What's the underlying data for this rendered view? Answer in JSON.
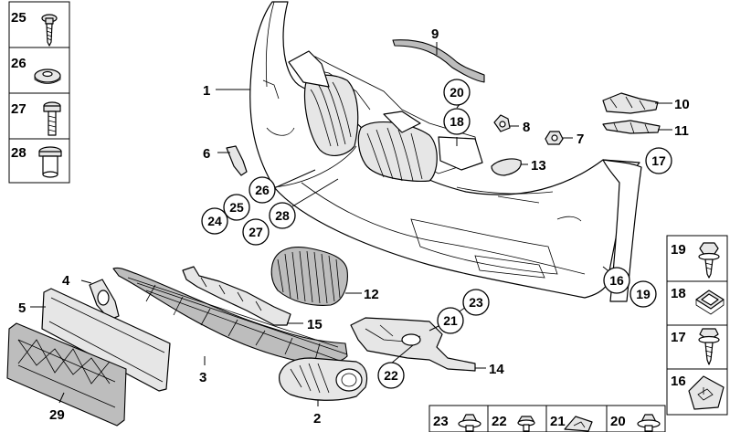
{
  "callouts": {
    "c1": "1",
    "c2": "2",
    "c3": "3",
    "c4": "4",
    "c5": "5",
    "c6": "6",
    "c7": "7",
    "c8": "8",
    "c9": "9",
    "c10": "10",
    "c11": "11",
    "c12": "12",
    "c13": "13",
    "c14": "14",
    "c15": "15",
    "c29": "29"
  },
  "circled": {
    "r17": "17",
    "r18": "18",
    "r20": "20",
    "r26": "26",
    "r25": "25",
    "r24": "24",
    "r27": "27",
    "r28": "28",
    "r16": "16",
    "r19": "19",
    "r23": "23",
    "r21": "21",
    "r22": "22"
  },
  "left_column": [
    "25",
    "26",
    "27",
    "28"
  ],
  "right_column": [
    "19",
    "18",
    "17",
    "16"
  ],
  "bottom_row": [
    "23",
    "22",
    "21",
    "20"
  ]
}
